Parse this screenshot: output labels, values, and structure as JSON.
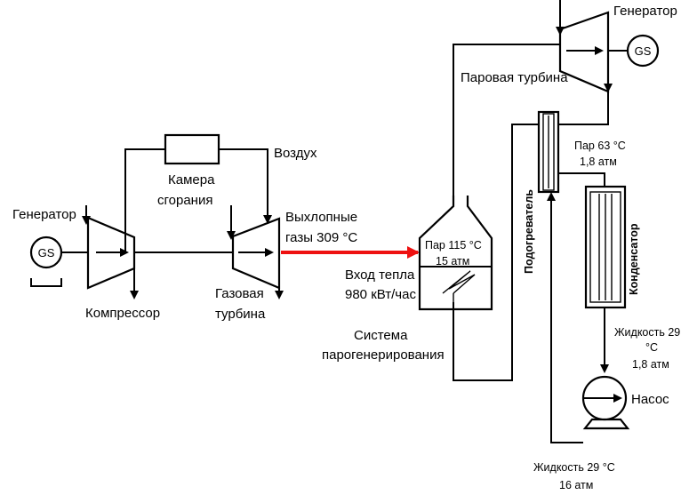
{
  "labels": {
    "generator_left": "Генератор",
    "generator_right": "Генератор",
    "gs_left": "GS",
    "gs_right": "GS",
    "combustion_1": "Камера",
    "combustion_2": "сгорания",
    "air": "Воздух",
    "exhaust_1": "Выхлопные",
    "exhaust_2": "газы 309 °C",
    "compressor": "Компрессор",
    "gas_turbine_1": "Газовая",
    "gas_turbine_2": "турбина",
    "heat_in_1": "Вход тепла",
    "heat_in_2": "980 кВт/час",
    "steam_gen_1": "Система",
    "steam_gen_2": "парогенерирования",
    "steam_param_1": "Пар 115 °C",
    "steam_param_2": "15 атм",
    "steam_turbine": "Паровая турбина",
    "heater": "Подогреватель",
    "condenser": "Конденсатор",
    "steam63_1": "Пар 63 °C",
    "steam63_2": "1,8 атм",
    "liq29_top_1": "Жидкость 29",
    "liq29_top_2": "°C",
    "liq29_top_3": "1,8 атм",
    "pump": "Насос",
    "liq29_bot_1": "Жидкость  29 °C",
    "liq29_bot_2": "16 атм"
  },
  "colors": {
    "exhaust_arrow": "#ee1111"
  }
}
